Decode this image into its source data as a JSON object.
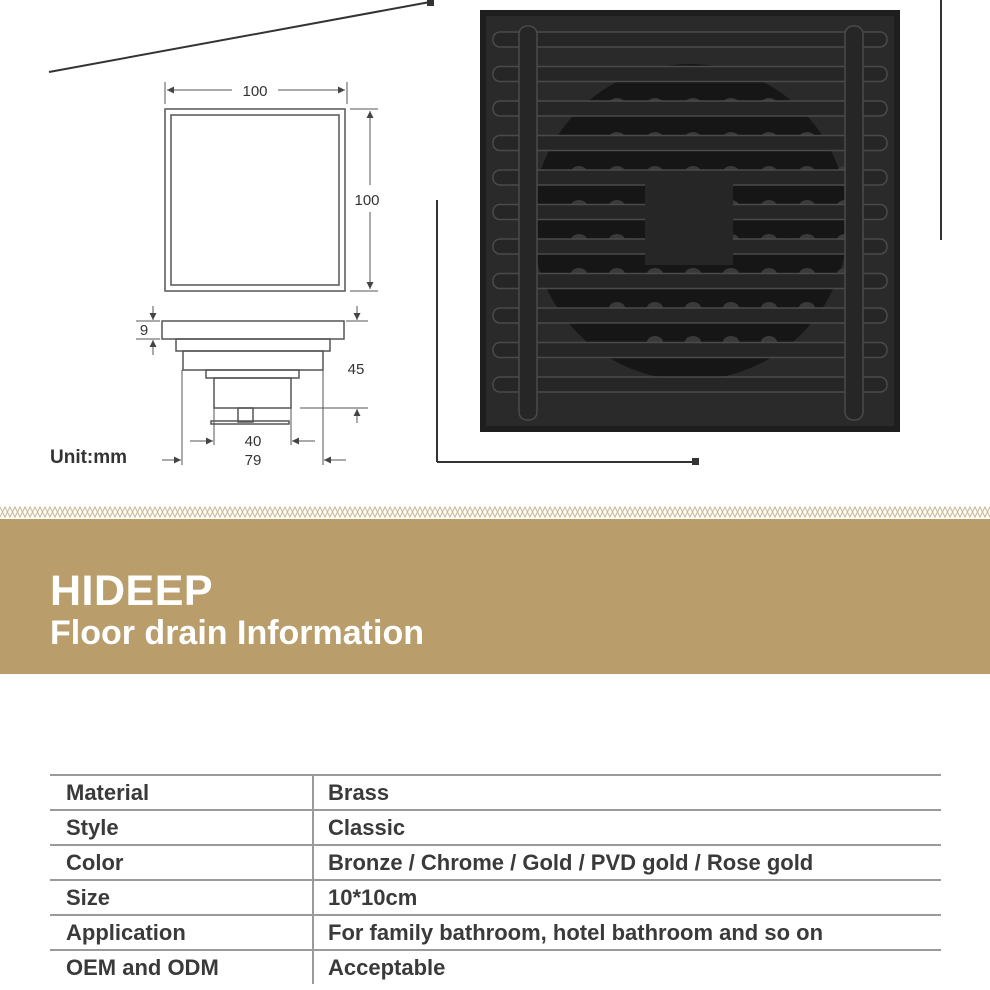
{
  "drawing": {
    "top_width": "100",
    "top_height": "100",
    "body_thickness": "9",
    "body_depth": "45",
    "outlet_width": "40",
    "body_width": "79",
    "unit": "Unit:mm"
  },
  "banner": {
    "brand": "HIDEEP",
    "subtitle": "Floor drain Information",
    "color": "#b99e6c"
  },
  "specs": [
    {
      "label": "Material",
      "value": "Brass"
    },
    {
      "label": "Style",
      "value": "Classic"
    },
    {
      "label": "Color",
      "value": "Bronze / Chrome / Gold / PVD gold / Rose gold"
    },
    {
      "label": "Size",
      "value": "10*10cm"
    },
    {
      "label": "Application",
      "value": "For family bathroom, hotel bathroom and so on"
    },
    {
      "label": "OEM and ODM",
      "value": "Acceptable"
    }
  ]
}
